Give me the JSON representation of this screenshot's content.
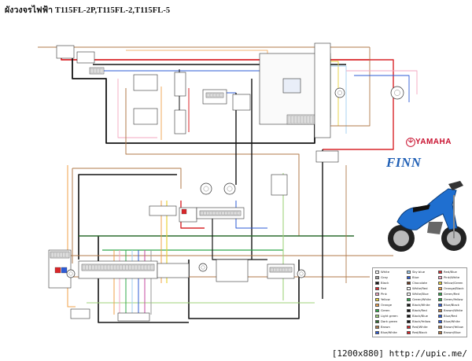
{
  "title": "ผังวงจรไฟฟ้า T115FL-2P,T115FL-2,T115FL-5",
  "brand": "YAMAHA",
  "model": "FINN",
  "footer": "[1200x880] http://upic.me/",
  "colors": {
    "red": "#d9262a",
    "black": "#141414",
    "blue": "#2d5bd6",
    "green": "#2fa84a",
    "light_green": "#9fd37a",
    "brown": "#b07a4a",
    "orange": "#f0a04a",
    "yellow": "#e8d23a",
    "pink": "#f3a7c0",
    "sky_blue": "#9fcff0",
    "gray": "#9a9a9a",
    "dark_green": "#2b6b2e",
    "chocolate": "#6b3b1e",
    "magenta": "#c64aa0",
    "brand_red": "#c8102e",
    "model_blue": "#1f5fb5"
  },
  "legend": [
    [
      "White",
      "Sky blue",
      "Red/Blue"
    ],
    [
      "Gray",
      "Blue",
      "Pink/White"
    ],
    [
      "Black",
      "Chocolate",
      "Yellow/Green"
    ],
    [
      "Red",
      "White/Red",
      "Orange/Black"
    ],
    [
      "Pink",
      "White/Blue",
      "Green/Red"
    ],
    [
      "Yellow",
      "Green/White",
      "Green/Yellow"
    ],
    [
      "Orange",
      "Black/White",
      "Blue/Black"
    ],
    [
      "Green",
      "Black/Red",
      "Brown/White"
    ],
    [
      "Light green",
      "Black/Blue",
      "Blue/Red"
    ],
    [
      "Dark green",
      "Black/Yellow",
      "Blue/White"
    ],
    [
      "Brown",
      "Red/White",
      "Brown/Yellow"
    ],
    [
      "Blue/White",
      "Red/Black",
      "Brown/Blue"
    ]
  ],
  "legend_colors": [
    [
      "#ffffff",
      "#9fcff0",
      "#d9262a"
    ],
    [
      "#9a9a9a",
      "#2d5bd6",
      "#f3a7c0"
    ],
    [
      "#141414",
      "#6b3b1e",
      "#e8d23a"
    ],
    [
      "#d9262a",
      "#ffffff",
      "#f0a04a"
    ],
    [
      "#f3a7c0",
      "#ffffff",
      "#2fa84a"
    ],
    [
      "#e8d23a",
      "#2fa84a",
      "#2fa84a"
    ],
    [
      "#f0a04a",
      "#141414",
      "#2d5bd6"
    ],
    [
      "#2fa84a",
      "#141414",
      "#b07a4a"
    ],
    [
      "#9fd37a",
      "#141414",
      "#2d5bd6"
    ],
    [
      "#2b6b2e",
      "#141414",
      "#2d5bd6"
    ],
    [
      "#b07a4a",
      "#d9262a",
      "#b07a4a"
    ],
    [
      "#2d5bd6",
      "#d9262a",
      "#b07a4a"
    ]
  ]
}
